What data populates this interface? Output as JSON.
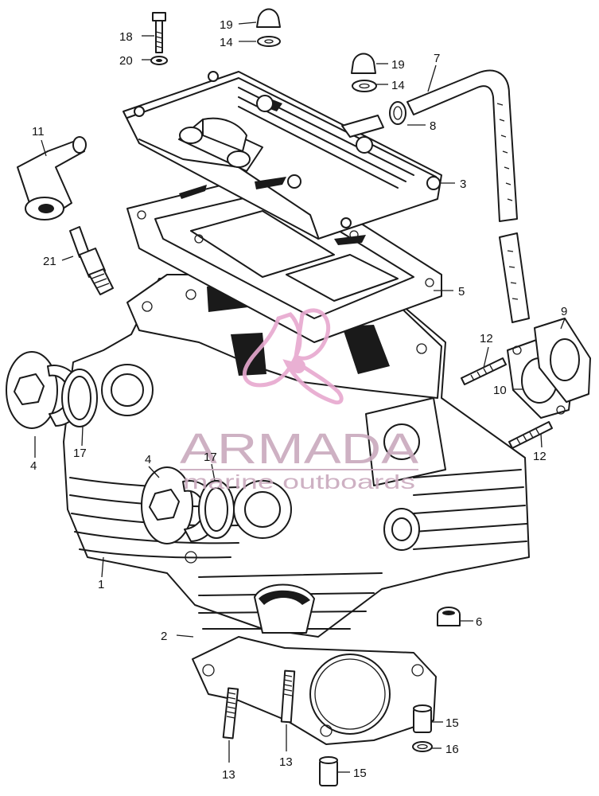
{
  "callouts": [
    {
      "id": "c18",
      "text": "18"
    },
    {
      "id": "c20",
      "text": "20"
    },
    {
      "id": "c19a",
      "text": "19"
    },
    {
      "id": "c14a",
      "text": "14"
    },
    {
      "id": "c19b",
      "text": "19"
    },
    {
      "id": "c14b",
      "text": "14"
    },
    {
      "id": "c7",
      "text": "7"
    },
    {
      "id": "c8",
      "text": "8"
    },
    {
      "id": "c11",
      "text": "11"
    },
    {
      "id": "c3",
      "text": "3"
    },
    {
      "id": "c21",
      "text": "21"
    },
    {
      "id": "c5",
      "text": "5"
    },
    {
      "id": "c9",
      "text": "9"
    },
    {
      "id": "c12a",
      "text": "12"
    },
    {
      "id": "c10",
      "text": "10"
    },
    {
      "id": "c4a",
      "text": "4"
    },
    {
      "id": "c17a",
      "text": "17"
    },
    {
      "id": "c4b",
      "text": "4"
    },
    {
      "id": "c17b",
      "text": "17"
    },
    {
      "id": "c12b",
      "text": "12"
    },
    {
      "id": "c1",
      "text": "1"
    },
    {
      "id": "c6",
      "text": "6"
    },
    {
      "id": "c2",
      "text": "2"
    },
    {
      "id": "c15a",
      "text": "15"
    },
    {
      "id": "c16",
      "text": "16"
    },
    {
      "id": "c13a",
      "text": "13"
    },
    {
      "id": "c13b",
      "text": "13"
    },
    {
      "id": "c15b",
      "text": "15"
    }
  ],
  "watermark": {
    "brand": "ARMADA",
    "tagline": "marine outboards",
    "color": "#c9a9bd",
    "logo_color": "#e7a8cf"
  }
}
